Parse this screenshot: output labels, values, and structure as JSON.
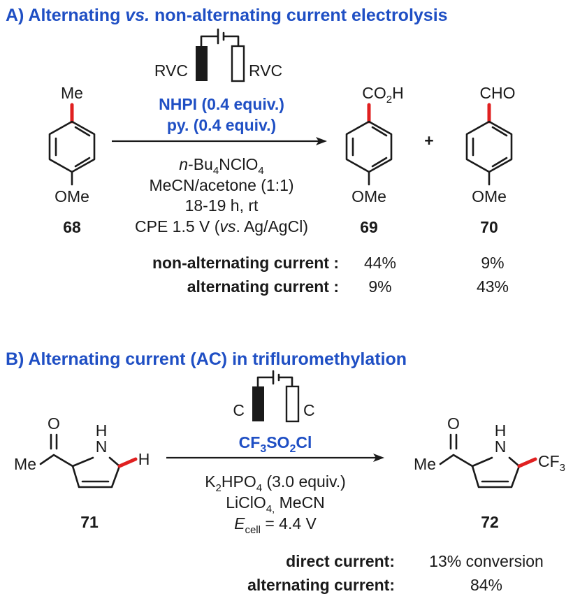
{
  "section_a": {
    "title_prefix": "A) Alternating ",
    "title_vs": "vs.",
    "title_suffix": " non-alternating current electrolysis",
    "electrode_left": "RVC",
    "electrode_right": "RVC",
    "reagent1": "NHPI (0.4 equiv.)",
    "reagent2": "py. (0.4 equiv.)",
    "cond1_italic": "n",
    "cond1_a": "-Bu",
    "cond1_sub": "4",
    "cond1_b": "NClO",
    "cond1_sub2": "4",
    "cond2": "MeCN/acetone (1:1)",
    "cond3": "18-19 h, rt",
    "cond4_a": "CPE 1.5 V (",
    "cond4_it": "vs",
    "cond4_b": ". Ag/AgCl)",
    "sm_group": "Me",
    "sm_sub": "OMe",
    "sm_num": "68",
    "p1_group_a": "CO",
    "p1_group_sub": "2",
    "p1_group_b": "H",
    "p1_sub": "OMe",
    "p1_num": "69",
    "plus": "+",
    "p2_group": "CHO",
    "p2_sub": "OMe",
    "p2_num": "70",
    "row1_label": "non-alternating current :",
    "row1_v1": "44%",
    "row1_v2": "9%",
    "row2_label": "alternating current :",
    "row2_v1": "9%",
    "row2_v2": "43%"
  },
  "section_b": {
    "title": "B) Alternating current (AC) in trifluromethylation",
    "electrode_left": "C",
    "electrode_right": "C",
    "reagent_a": "CF",
    "reagent_sub1": "3",
    "reagent_b": "SO",
    "reagent_sub2": "2",
    "reagent_c": "Cl",
    "cond1_a": "K",
    "cond1_sub": "2",
    "cond1_b": "HPO",
    "cond1_sub2": "4",
    "cond1_c": " (3.0 equiv.)",
    "cond2_a": "LiClO",
    "cond2_sub": "4,",
    "cond2_b": " MeCN",
    "cond3_it": "E",
    "cond3_sub": "cell",
    "cond3_b": " = 4.4 V",
    "sm_O": "O",
    "sm_H": "H",
    "sm_N": "N",
    "sm_Me": "Me",
    "sm_H2": "H",
    "sm_num": "71",
    "p_O": "O",
    "p_H": "H",
    "p_N": "N",
    "p_Me": "Me",
    "p_cf_a": "CF",
    "p_cf_sub": "3",
    "p_num": "72",
    "row1_label": "direct current:",
    "row1_value": "13% conversion",
    "row2_label": "alternating current:",
    "row2_value": "84%"
  }
}
